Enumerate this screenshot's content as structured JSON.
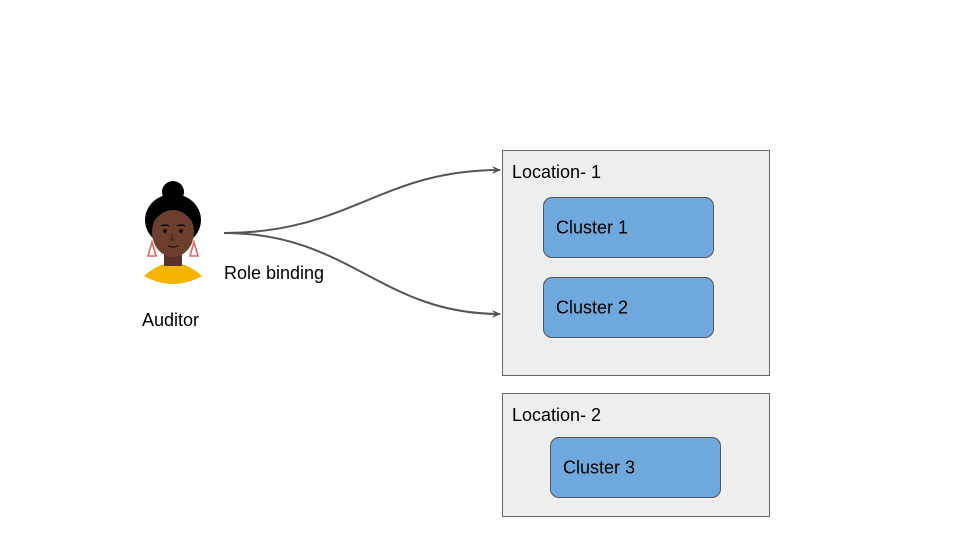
{
  "actor": {
    "label": "Auditor",
    "icon": "person-avatar-icon"
  },
  "binding": {
    "label": "Role binding"
  },
  "locations": [
    {
      "label": "Location- 1",
      "clusters": [
        {
          "label": "Cluster 1"
        },
        {
          "label": "Cluster 2"
        }
      ]
    },
    {
      "label": "Location- 2",
      "clusters": [
        {
          "label": "Cluster 3"
        }
      ]
    }
  ],
  "colors": {
    "location_fill": "#eeeeee",
    "cluster_fill": "#6fa8dc",
    "arrow": "#555555",
    "avatar_skin": "#6b3e2e",
    "avatar_hair": "#000000",
    "avatar_shirt": "#f4b400",
    "avatar_earring": "#e06666"
  }
}
